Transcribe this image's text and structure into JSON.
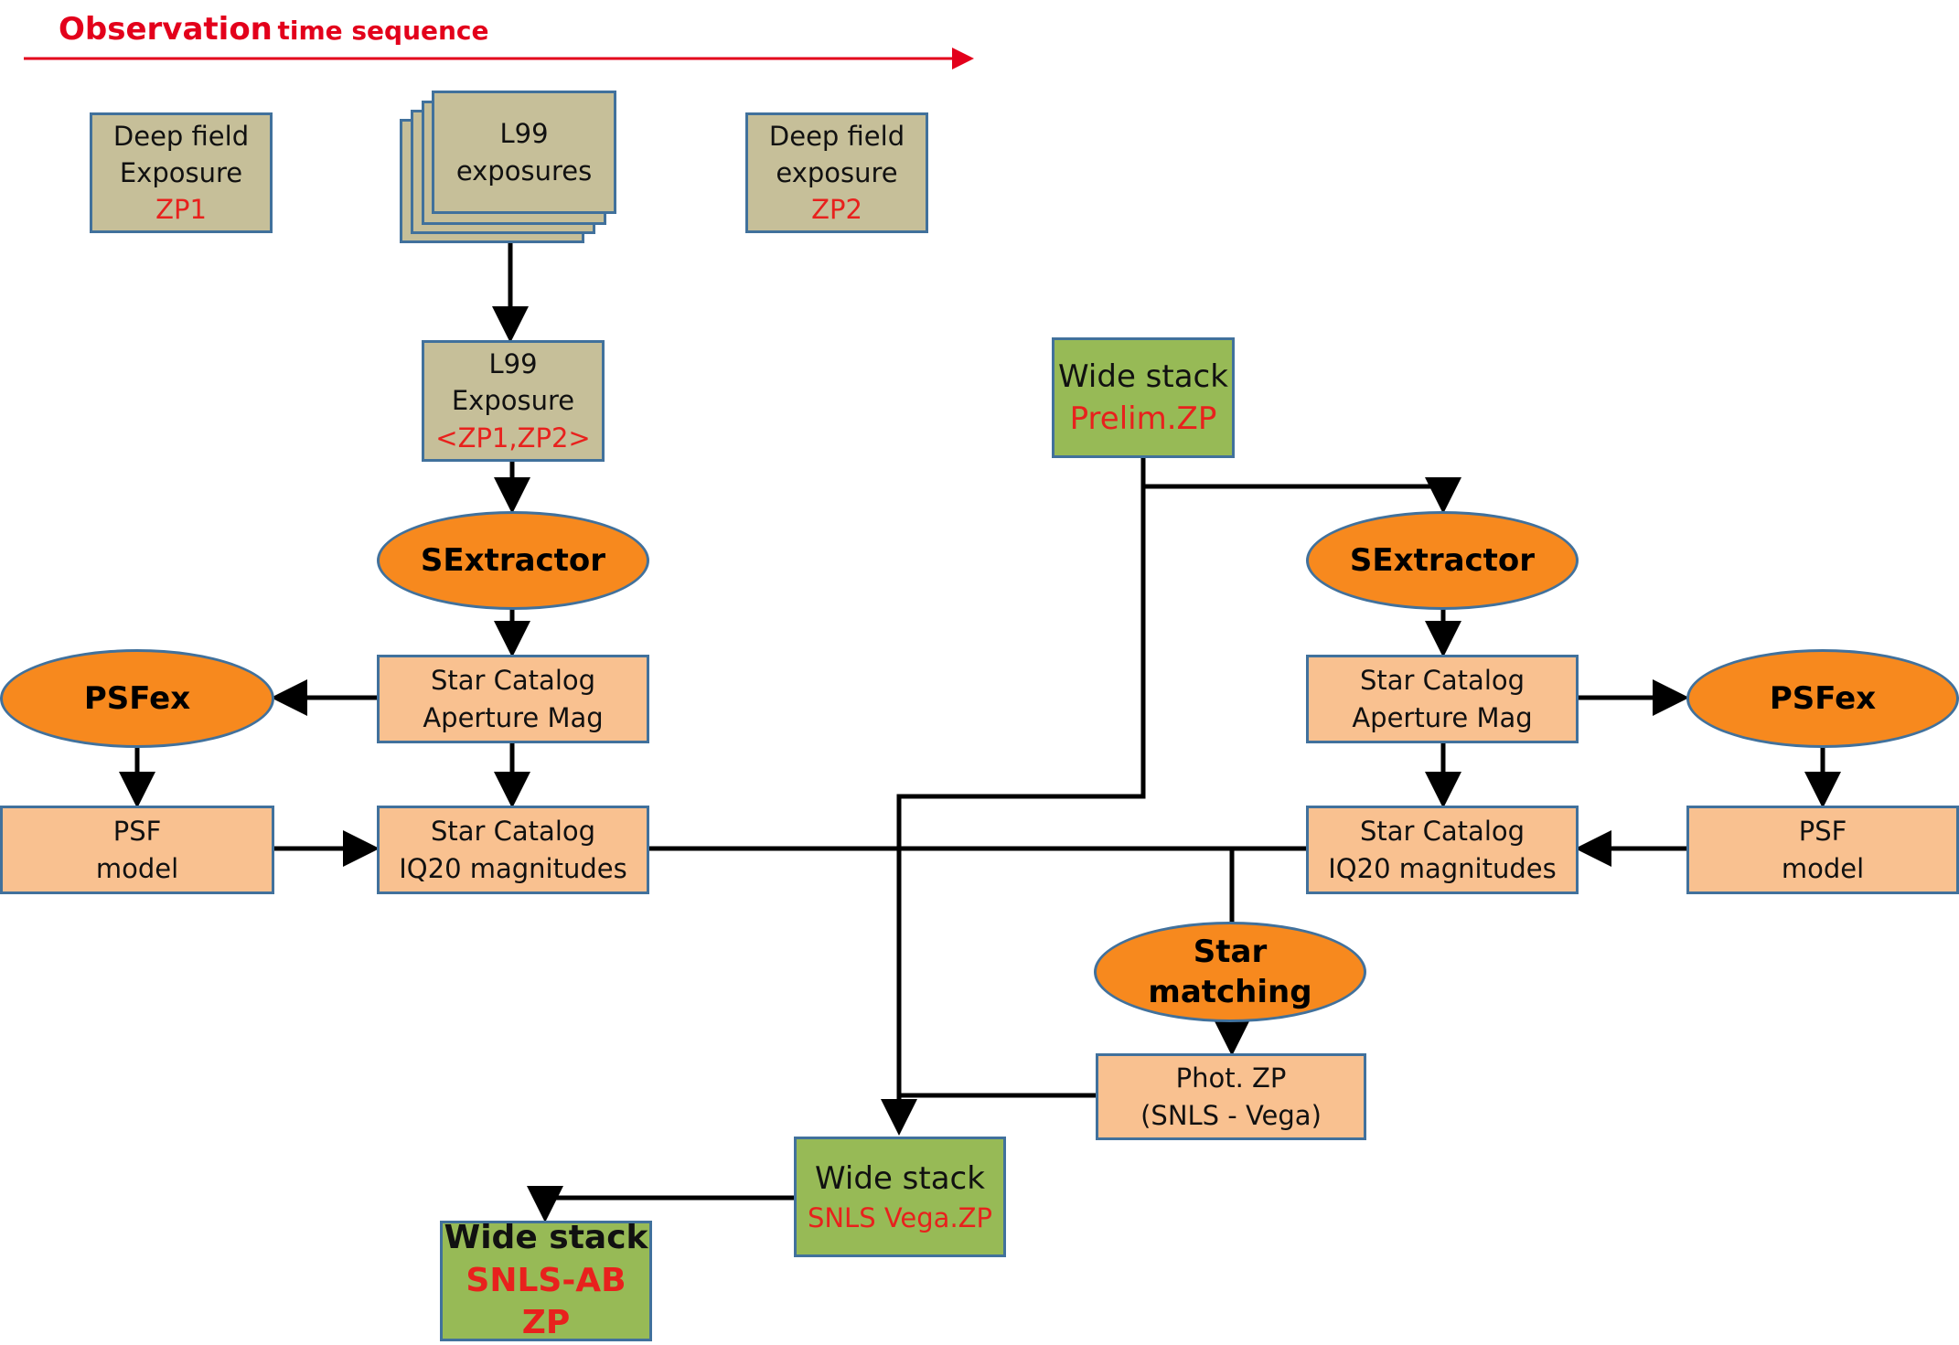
{
  "header": {
    "title_main": "Observation",
    "title_sub": "time sequence"
  },
  "nodes": {
    "deep_field_1": {
      "line1": "Deep field",
      "line2": "Exposure",
      "zp": "ZP1"
    },
    "l99_exposures": {
      "line1": "L99",
      "line2": "exposures"
    },
    "deep_field_2": {
      "line1": "Deep field",
      "line2": "exposure",
      "zp": "ZP2"
    },
    "l99_exposure": {
      "line1": "L99",
      "line2": "Exposure",
      "zp": "<ZP1,ZP2>"
    },
    "sextractor_left": {
      "label": "SExtractor"
    },
    "sextractor_right": {
      "label": "SExtractor"
    },
    "psfex_left": {
      "label": "PSFex"
    },
    "psfex_right": {
      "label": "PSFex"
    },
    "star_catalog_aperture_left": {
      "line1": "Star Catalog",
      "line2": "Aperture Mag"
    },
    "star_catalog_aperture_right": {
      "line1": "Star Catalog",
      "line2": "Aperture Mag"
    },
    "psf_model_left": {
      "line1": "PSF",
      "line2": "model"
    },
    "psf_model_right": {
      "line1": "PSF",
      "line2": "model"
    },
    "star_catalog_iq20_left": {
      "line1": "Star Catalog",
      "line2": "IQ20 magnitudes"
    },
    "star_catalog_iq20_right": {
      "line1": "Star Catalog",
      "line2": "IQ20 magnitudes"
    },
    "wide_stack_prelim": {
      "line1": "Wide stack",
      "zp": "Prelim.ZP"
    },
    "star_matching": {
      "line1": "Star",
      "line2": "matching"
    },
    "phot_zp": {
      "line1": "Phot. ZP",
      "line2": "(SNLS - Vega)"
    },
    "wide_stack_vega": {
      "line1": "Wide stack",
      "zp": "SNLS Vega.ZP"
    },
    "wide_stack_ab": {
      "line1": "Wide stack",
      "zp": "SNLS-AB ZP"
    }
  },
  "colors": {
    "title_red": "#e3001b",
    "zp_red": "#e8211d",
    "box_border": "#41719c",
    "tan_fill": "#c6bf99",
    "peach_fill": "#f9c190",
    "green_fill": "#97ba56",
    "ellipse_fill": "#f7891e",
    "connector": "#000000"
  }
}
